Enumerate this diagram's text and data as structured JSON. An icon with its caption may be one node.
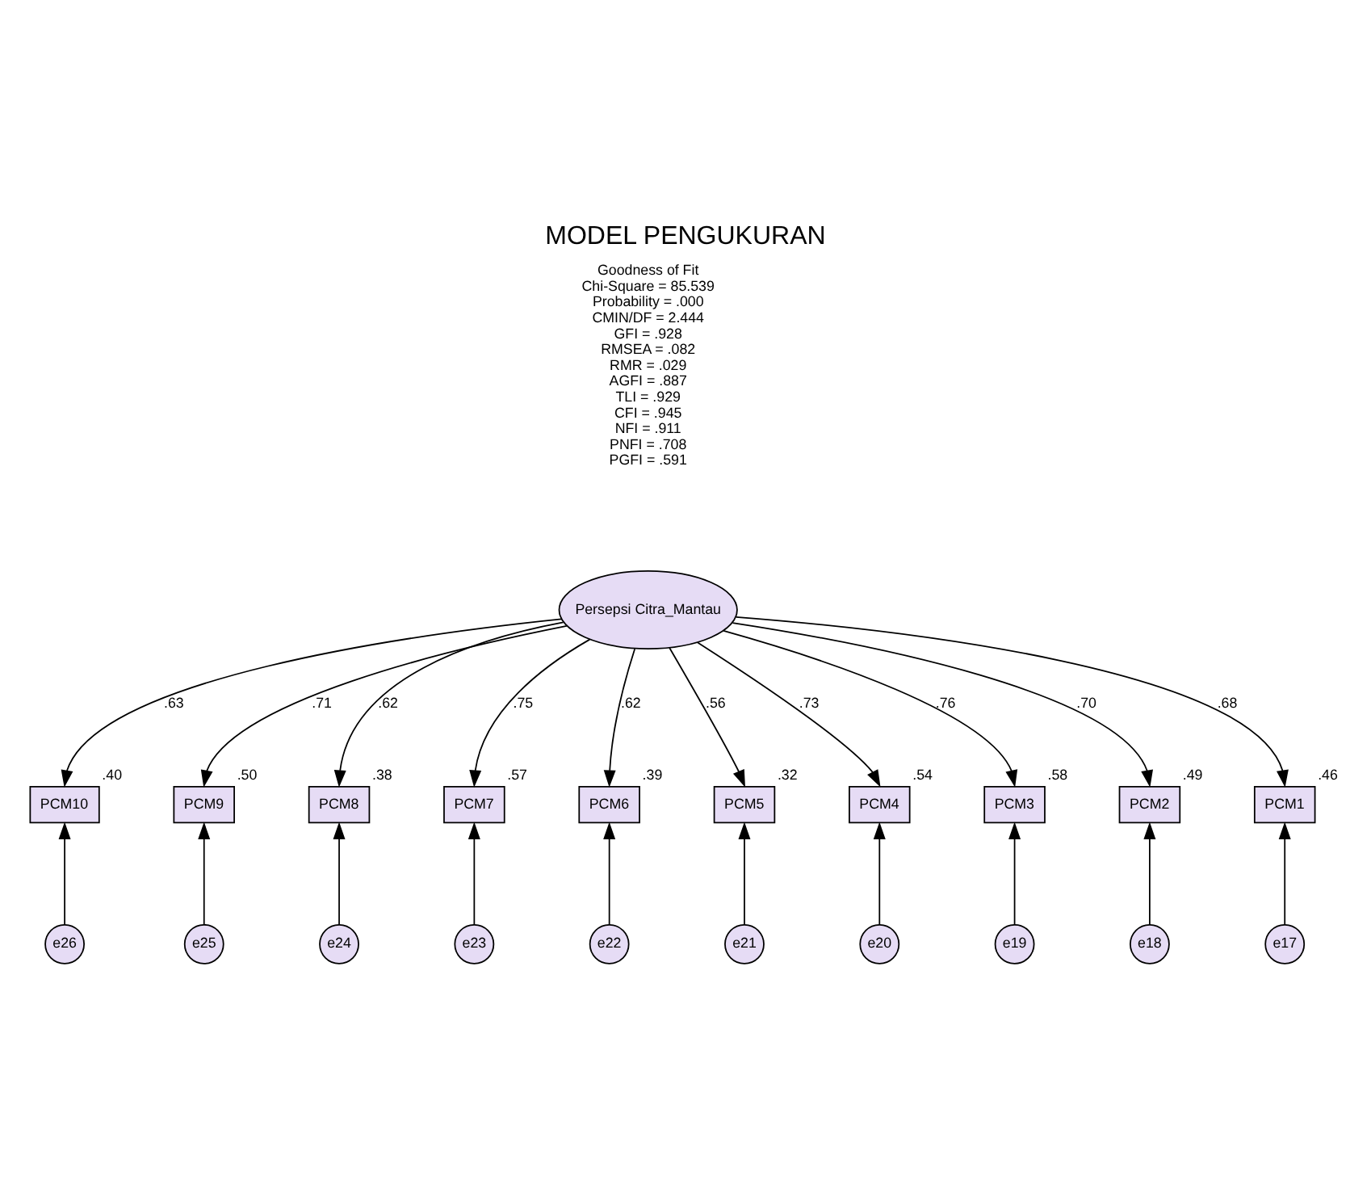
{
  "diagram": {
    "title": "MODEL PENGUKURAN",
    "nodes": [
      {
        "text": [
          "Persepsi Citra_Mantau"
        ]
      },
      {
        "text": [
          "PCM10"
        ],
        "beside": [
          ".40"
        ]
      },
      {
        "text": [
          "PCM9"
        ],
        "beside": [
          ".50"
        ]
      },
      {
        "text": [
          "PCM8"
        ],
        "beside": [
          ".38"
        ]
      },
      {
        "text": [
          "PCM7"
        ],
        "beside": [
          ".57"
        ]
      },
      {
        "text": [
          "PCM6"
        ],
        "beside": [
          ".39"
        ]
      },
      {
        "text": [
          "PCM5"
        ],
        "beside": [
          ".32"
        ]
      },
      {
        "text": [
          "PCM4"
        ],
        "beside": [
          ".54"
        ]
      },
      {
        "text": [
          "PCM3"
        ],
        "beside": [
          ".58"
        ]
      },
      {
        "text": [
          "PCM2"
        ],
        "beside": [
          ".49"
        ]
      },
      {
        "text": [
          "PCM1"
        ],
        "beside": [
          ".46"
        ]
      },
      {
        "text": [
          "e26"
        ]
      },
      {
        "text": [
          "e25"
        ]
      },
      {
        "text": [
          "e24"
        ]
      },
      {
        "text": [
          "e23"
        ]
      },
      {
        "text": [
          "e22"
        ]
      },
      {
        "text": [
          "e21"
        ]
      },
      {
        "text": [
          "e20"
        ]
      },
      {
        "text": [
          "e19"
        ]
      },
      {
        "text": [
          "e18"
        ]
      },
      {
        "text": [
          "e17"
        ]
      }
    ],
    "edges": [
      {
        "from": 0,
        "to": 1,
        "arrow": "to",
        "label": ".63"
      },
      {
        "from": 0,
        "to": 2,
        "arrow": "to",
        "label": ".71"
      },
      {
        "from": 0,
        "to": 3,
        "arrow": "to",
        "label": ".62"
      },
      {
        "from": 0,
        "to": 4,
        "arrow": "to",
        "label": ".75"
      },
      {
        "from": 0,
        "to": 5,
        "arrow": "to",
        "label": ".62"
      },
      {
        "from": 0,
        "to": 6,
        "arrow": "to",
        "label": ".56"
      },
      {
        "from": 0,
        "to": 7,
        "arrow": "to",
        "label": ".73"
      },
      {
        "from": 0,
        "to": 8,
        "arrow": "to",
        "label": ".76"
      },
      {
        "from": 0,
        "to": 9,
        "arrow": "to",
        "label": ".70"
      },
      {
        "from": 0,
        "to": 10,
        "arrow": "to",
        "label": ".68"
      },
      {
        "from": 11,
        "to": 1,
        "arrow": "to"
      },
      {
        "from": 12,
        "to": 2,
        "arrow": "to"
      },
      {
        "from": 13,
        "to": 3,
        "arrow": "to"
      },
      {
        "from": 14,
        "to": 4,
        "arrow": "to"
      },
      {
        "from": 15,
        "to": 5,
        "arrow": "to"
      },
      {
        "from": 16,
        "to": 6,
        "arrow": "to"
      },
      {
        "from": 17,
        "to": 7,
        "arrow": "to"
      },
      {
        "from": 18,
        "to": 8,
        "arrow": "to"
      },
      {
        "from": 19,
        "to": 9,
        "arrow": "to"
      },
      {
        "from": 20,
        "to": 10,
        "arrow": "to"
      }
    ],
    "labels": [
      "Goodness of Fit",
      "Chi-Square = 85.539",
      "Probability = .000",
      "CMIN/DF = 2.444",
      "GFI = .928",
      "RMSEA = .082",
      "RMR = .029",
      "AGFI = .887",
      "TLI = .929",
      "CFI = .945",
      "NFI = .911",
      "PNFI = .708",
      "PGFI = .591"
    ]
  }
}
